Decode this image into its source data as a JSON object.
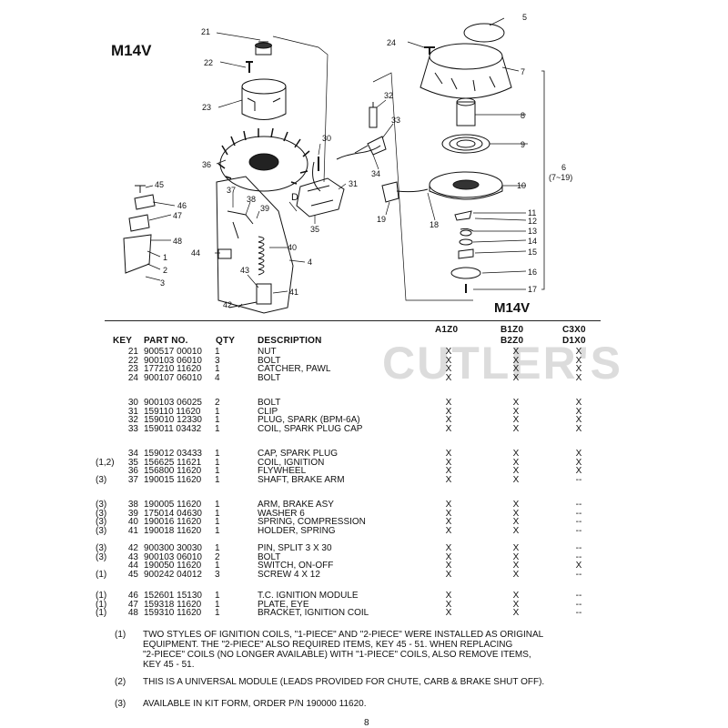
{
  "diagram": {
    "model_label": "M14V",
    "callouts": [
      "21",
      "22",
      "23",
      "36",
      "30",
      "37",
      "38",
      "39",
      "40",
      "44",
      "43",
      "42",
      "41",
      "45",
      "46",
      "47",
      "48",
      "1",
      "2",
      "3",
      "4",
      "31",
      "32",
      "33",
      "34",
      "35",
      "19",
      "18",
      "24",
      "5",
      "7",
      "8",
      "9",
      "6",
      "(7~19)",
      "10",
      "11",
      "12",
      "13",
      "14",
      "15",
      "16",
      "17",
      "D"
    ]
  },
  "table": {
    "model_label": "M14V",
    "headers": {
      "key": "KEY",
      "part": "PART NO.",
      "qty": "QTY",
      "desc": "DESCRIPTION",
      "a": "A1Z0",
      "b1": "B1Z0",
      "b2": "B2Z0",
      "c1": "C3X0",
      "c2": "D1X0"
    },
    "groups": [
      [
        {
          "note": "",
          "key": "21",
          "part": "900517 00010",
          "qty": "1",
          "desc": "NUT",
          "a": "X",
          "b": "X",
          "c": "X"
        },
        {
          "note": "",
          "key": "22",
          "part": "900103 06010",
          "qty": "3",
          "desc": "BOLT",
          "a": "X",
          "b": "X",
          "c": "X"
        },
        {
          "note": "",
          "key": "23",
          "part": "177210 11620",
          "qty": "1",
          "desc": "CATCHER, PAWL",
          "a": "X",
          "b": "X",
          "c": "X"
        },
        {
          "note": "",
          "key": "24",
          "part": "900107 06010",
          "qty": "4",
          "desc": "BOLT",
          "a": "X",
          "b": "X",
          "c": "X"
        }
      ],
      [
        {
          "note": "",
          "key": "30",
          "part": "900103 06025",
          "qty": "2",
          "desc": "BOLT",
          "a": "X",
          "b": "X",
          "c": "X"
        },
        {
          "note": "",
          "key": "31",
          "part": "159110 11620",
          "qty": "1",
          "desc": "CLIP",
          "a": "X",
          "b": "X",
          "c": "X"
        },
        {
          "note": "",
          "key": "32",
          "part": "159010 12330",
          "qty": "1",
          "desc": "PLUG, SPARK (BPM-6A)",
          "a": "X",
          "b": "X",
          "c": "X"
        },
        {
          "note": "",
          "key": "33",
          "part": "159011 03432",
          "qty": "1",
          "desc": "COIL, SPARK PLUG CAP",
          "a": "X",
          "b": "X",
          "c": "X"
        }
      ],
      [
        {
          "note": "",
          "key": "34",
          "part": "159012 03433",
          "qty": "1",
          "desc": "CAP, SPARK PLUG",
          "a": "X",
          "b": "X",
          "c": "X"
        },
        {
          "note": "(1,2)",
          "key": "35",
          "part": "156625 11621",
          "qty": "1",
          "desc": "COIL, IGNITION",
          "a": "X",
          "b": "X",
          "c": "X"
        },
        {
          "note": "",
          "key": "36",
          "part": "156800 11620",
          "qty": "1",
          "desc": "FLYWHEEL",
          "a": "X",
          "b": "X",
          "c": "X"
        },
        {
          "note": "(3)",
          "key": "37",
          "part": "190015 11620",
          "qty": "1",
          "desc": "SHAFT, BRAKE ARM",
          "a": "X",
          "b": "X",
          "c": "--"
        }
      ],
      [
        {
          "note": "(3)",
          "key": "38",
          "part": "190005 11620",
          "qty": "1",
          "desc": "ARM, BRAKE ASY",
          "a": "X",
          "b": "X",
          "c": "--"
        },
        {
          "note": "(3)",
          "key": "39",
          "part": "175014 04630",
          "qty": "1",
          "desc": "WASHER  6",
          "a": "X",
          "b": "X",
          "c": "--"
        },
        {
          "note": "(3)",
          "key": "40",
          "part": "190016 11620",
          "qty": "1",
          "desc": "SPRING, COMPRESSION",
          "a": "X",
          "b": "X",
          "c": "--"
        },
        {
          "note": "(3)",
          "key": "41",
          "part": "190018 11620",
          "qty": "1",
          "desc": "HOLDER, SPRING",
          "a": "X",
          "b": "X",
          "c": "--"
        }
      ],
      [
        {
          "note": "(3)",
          "key": "42",
          "part": "900300 30030",
          "qty": "1",
          "desc": "PIN, SPLIT  3 X 30",
          "a": "X",
          "b": "X",
          "c": "--"
        },
        {
          "note": "(3)",
          "key": "43",
          "part": "900103 06010",
          "qty": "2",
          "desc": "BOLT",
          "a": "X",
          "b": "X",
          "c": "--"
        },
        {
          "note": "",
          "key": "44",
          "part": "190050 11620",
          "qty": "1",
          "desc": "SWITCH, ON-OFF",
          "a": "X",
          "b": "X",
          "c": "X"
        },
        {
          "note": "(1)",
          "key": "45",
          "part": "900242 04012",
          "qty": "3",
          "desc": "SCREW  4 X 12",
          "a": "X",
          "b": "X",
          "c": "--"
        }
      ],
      [
        {
          "note": "(1)",
          "key": "46",
          "part": "152601 15130",
          "qty": "1",
          "desc": "T.C. IGNITION  MODULE",
          "a": "X",
          "b": "X",
          "c": "--"
        },
        {
          "note": "(1)",
          "key": "47",
          "part": "159318 11620",
          "qty": "1",
          "desc": "PLATE, EYE",
          "a": "X",
          "b": "X",
          "c": "--"
        },
        {
          "note": "(1)",
          "key": "48",
          "part": "159310 11620",
          "qty": "1",
          "desc": "BRACKET, IGNITION COIL",
          "a": "X",
          "b": "X",
          "c": "--"
        }
      ]
    ]
  },
  "notes": [
    {
      "num": "(1)",
      "lines": [
        "TWO STYLES OF IGNITION COILS, \"1-PIECE\" AND \"2-PIECE\" WERE INSTALLED AS ORIGINAL",
        "EQUIPMENT.  THE \"2-PIECE\" ALSO REQUIRED ITEMS, KEY 45 - 51.  WHEN REPLACING",
        "\"2-PIECE\" COILS (NO LONGER AVAILABLE) WITH \"1-PIECE\" COILS, ALSO REMOVE ITEMS,",
        "KEY 45 - 51."
      ]
    },
    {
      "num": "(2)",
      "lines": [
        "THIS IS A UNIVERSAL MODULE (LEADS PROVIDED FOR CHUTE, CARB & BRAKE SHUT OFF)."
      ]
    },
    {
      "num": "(3)",
      "lines": [
        "AVAILABLE IN KIT FORM, ORDER P/N  190000 11620."
      ]
    }
  ],
  "watermark": "CUTLER'S",
  "page_number": "8"
}
